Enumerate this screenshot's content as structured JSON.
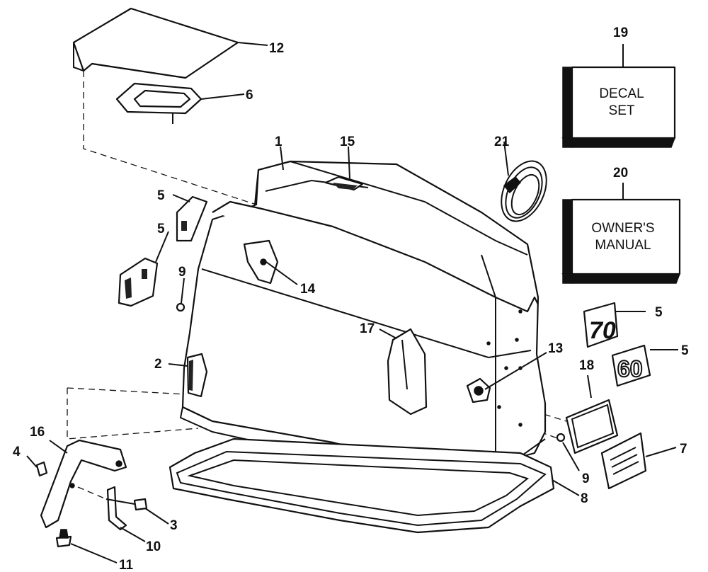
{
  "callouts": {
    "c1": "1",
    "c2": "2",
    "c3": "3",
    "c4": "4",
    "c5a": "5",
    "c5b": "5",
    "c5c": "5",
    "c5d": "5",
    "c6": "6",
    "c7": "7",
    "c8": "8",
    "c9a": "9",
    "c9b": "9",
    "c10": "10",
    "c11": "11",
    "c12": "12",
    "c13": "13",
    "c14": "14",
    "c15": "15",
    "c16": "16",
    "c17": "17",
    "c18": "18",
    "c19": "19",
    "c20": "20",
    "c21": "21"
  },
  "boxes": {
    "decal_line1": "DECAL",
    "decal_line2": "SET",
    "manual_line1": "OWNER'S",
    "manual_line2": "MANUAL"
  },
  "decals": {
    "hp70": "70",
    "hp60": "60"
  }
}
